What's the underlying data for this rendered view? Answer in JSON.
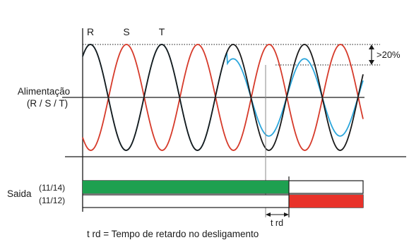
{
  "labels": {
    "phase_r": "R",
    "phase_s": "S",
    "phase_t": "T",
    "supply_line1": "Alimentação",
    "supply_line2": "(R / S / T)",
    "threshold": ">20%",
    "output": "Saida",
    "contact_nc": "(11/14)",
    "contact_no": "(11/12)",
    "delay_short": "t rd",
    "legend": "t rd = Tempo de retardo no desligamento"
  },
  "colors": {
    "phase_r": "#1a1a1a",
    "phase_s": "#d63a2a",
    "phase_t": "#2ba6dc",
    "contact_14_active": "#1ea050",
    "contact_12_active": "#e8322a"
  }
}
